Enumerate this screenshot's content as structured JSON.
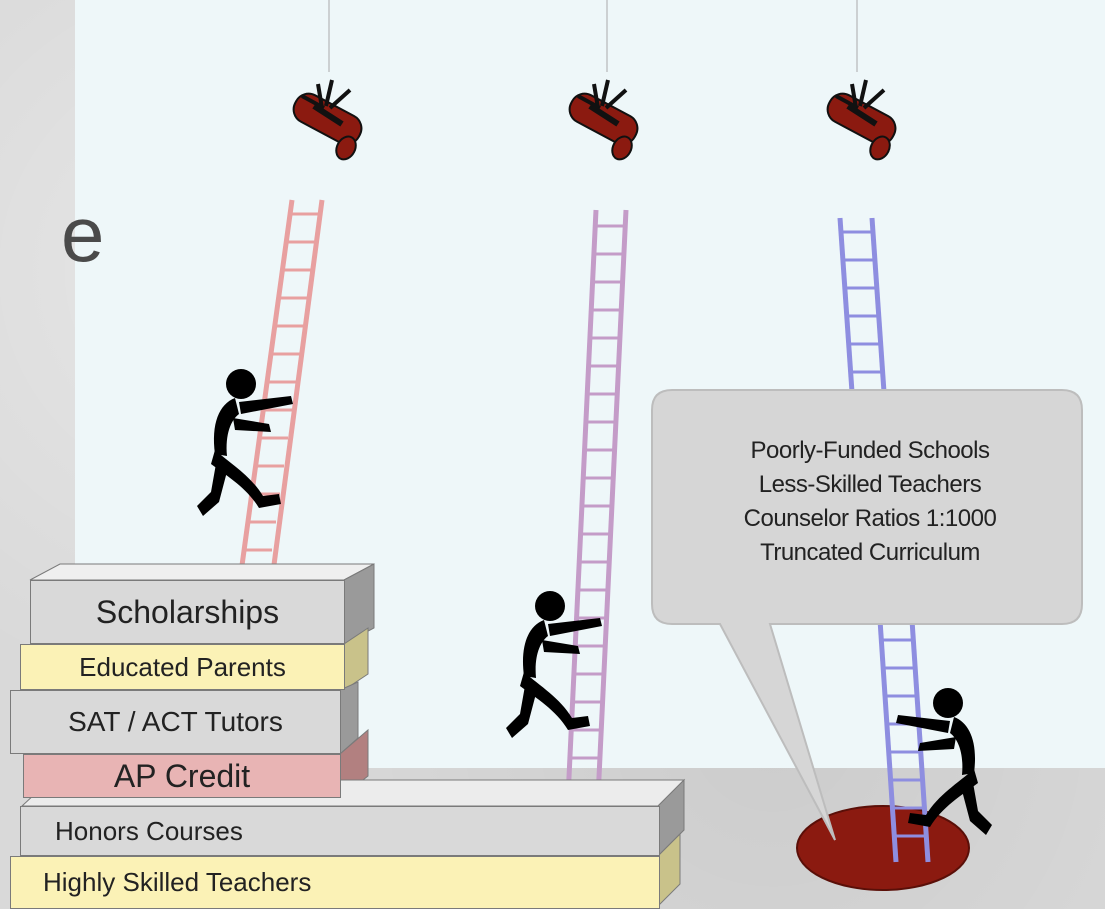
{
  "blocks": {
    "scholarships": "Scholarships",
    "educated_parents": "Educated Parents",
    "sat_act_tutors": "SAT / ACT Tutors",
    "ap_credit": "AP Credit",
    "honors_courses": "Honors Courses",
    "highly_skilled_teachers": "Highly Skilled Teachers"
  },
  "callout": {
    "lines": [
      "Poorly-Funded Schools",
      "Less-Skilled Teachers",
      "Counselor Ratios 1:1000",
      "Truncated Curriculum"
    ]
  },
  "partial_title_glyph": "e",
  "colors": {
    "ladder_left": "#e8a0a0",
    "ladder_middle": "#c49cc8",
    "ladder_right": "#8e8ee0",
    "diploma": "#8b1a10",
    "hole": "#8b1a10",
    "block_gray": "#d9d9d9",
    "block_yellow": "#fbf2b6",
    "block_pink": "#e8b4b4"
  },
  "icons": [
    "diploma-icon",
    "climber-figure-icon",
    "ladder-icon"
  ]
}
